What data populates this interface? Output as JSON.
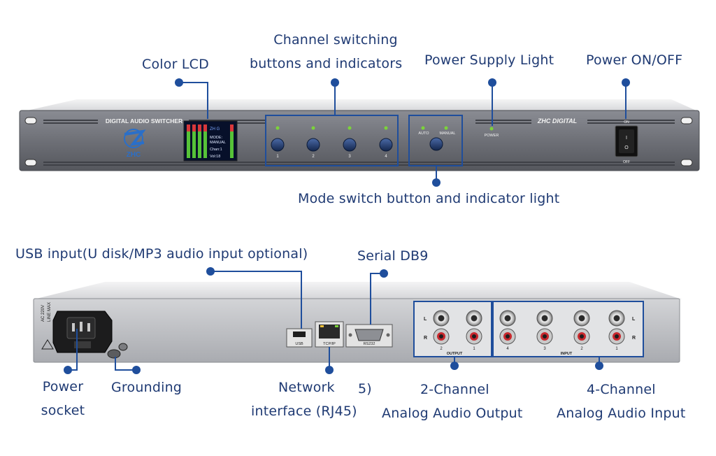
{
  "front_labels": {
    "color_lcd": "Color LCD",
    "channel_switching_line1": "Channel switching",
    "channel_switching_line2": "buttons and indicators",
    "power_supply_light": "Power Supply Light",
    "power_on_off": "Power ON/OFF",
    "mode_switch": "Mode switch button and indicator light"
  },
  "rear_labels": {
    "usb_input": "USB input(U disk/MP3 audio input optional)",
    "serial_db9": "Serial DB9",
    "power_socket_line1": "Power",
    "power_socket_line2": "socket",
    "grounding": "Grounding",
    "network_line1": "Network",
    "network_line2": "interface (RJ45)",
    "stray_number": "5)",
    "output_line1": "2-Channel",
    "output_line2": "Analog Audio Output",
    "input_line1": "4-Channel",
    "input_line2": "Analog Audio Input"
  },
  "front_panel": {
    "model_text": "DIGITAL AUDIO SWITCHER",
    "brand_text": "ZHC DIGITAL",
    "logo_text": "ZHC",
    "lcd_lines": [
      "ZH G",
      "MODE:",
      "MANUAL",
      "Chan:1",
      "Vol:18"
    ],
    "channel_numbers": [
      "1",
      "2",
      "3",
      "4"
    ],
    "mode_auto": "AUTO",
    "mode_manual": "MANUAL",
    "power_text": "POWER",
    "switch_on": "ON",
    "switch_off": "OFF",
    "switch_symbol_on": "I",
    "switch_symbol_off": "O"
  },
  "rear_panel": {
    "usb_text": "USB",
    "tcpip_text": "TCP/IP",
    "rs232_text": "RS232",
    "output_text": "OUTPUT",
    "input_text": "INPUT",
    "ac_text": "AC 220V",
    "line_text": "LINE MAX",
    "output_channels": [
      "2",
      "1"
    ],
    "input_channels": [
      "4",
      "3",
      "2",
      "1"
    ],
    "left_marker": "L",
    "right_marker": "R"
  },
  "colors": {
    "label_text": "#1f3a73",
    "callout": "#1f4e9c",
    "panel": "#6d6f76",
    "panel_dark": "#3c3e44",
    "rear_panel": "#bfc1c5",
    "led_green": "#7cd43a",
    "button_blue": "#1b3766"
  }
}
